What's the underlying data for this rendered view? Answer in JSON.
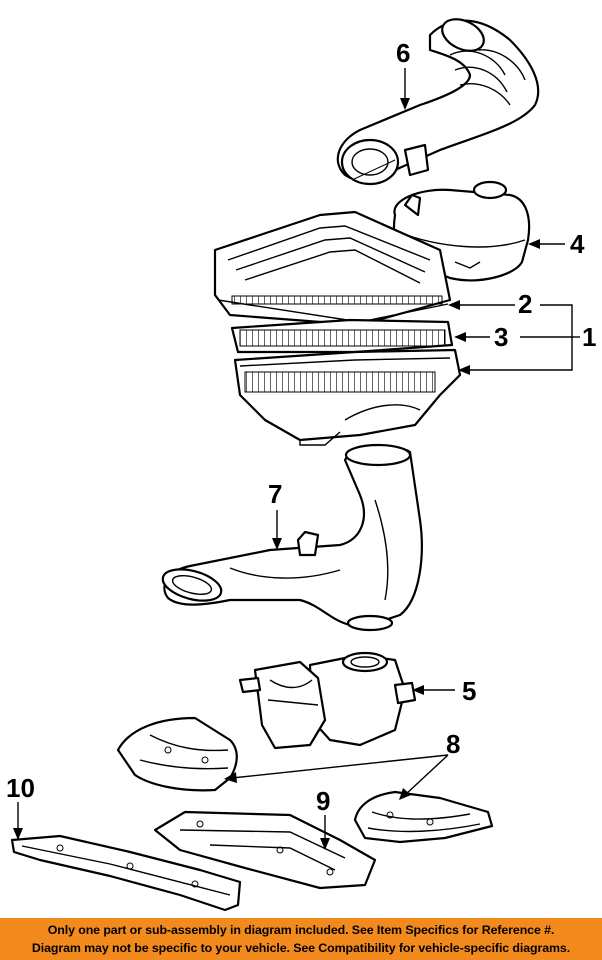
{
  "callouts": {
    "c1": "1",
    "c2": "2",
    "c3": "3",
    "c4": "4",
    "c5": "5",
    "c6": "6",
    "c7": "7",
    "c8": "8",
    "c9": "9",
    "c10": "10"
  },
  "footer": {
    "line1": "Only one part or sub-assembly in diagram included. See Item Specifics for Reference #.",
    "line2": "Diagram may not be specific to your vehicle. See Compatibility for vehicle-specific diagrams."
  },
  "colors": {
    "footer_background": "#f28a1e",
    "line_art": "#000000"
  }
}
